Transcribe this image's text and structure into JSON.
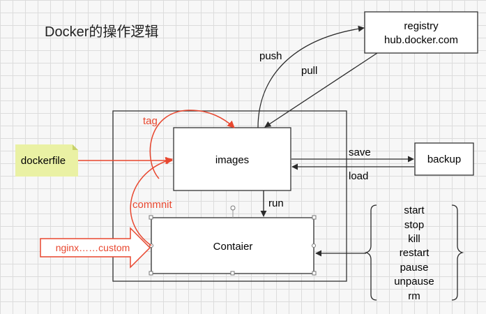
{
  "title": "Docker的操作逻辑",
  "nodes": {
    "registry_line1": "registry",
    "registry_line2": "hub.docker.com",
    "images": "images",
    "backup": "backup",
    "container": "Contaier",
    "dockerfile": "dockerfile",
    "nginx_custom": "nginx……custom"
  },
  "edges": {
    "push": "push",
    "pull": "pull",
    "save": "save",
    "load": "load",
    "run": "run",
    "tag": "tag",
    "commit": "commnit"
  },
  "commands": [
    "start",
    "stop",
    "kill",
    "restart",
    "pause",
    "unpause",
    "rm"
  ],
  "colors": {
    "red": "#e8472f",
    "dark": "#2b2b2b",
    "note_fill": "#eaf1a4",
    "note_fold": "#c7d16a",
    "box_fill": "#ffffff"
  }
}
